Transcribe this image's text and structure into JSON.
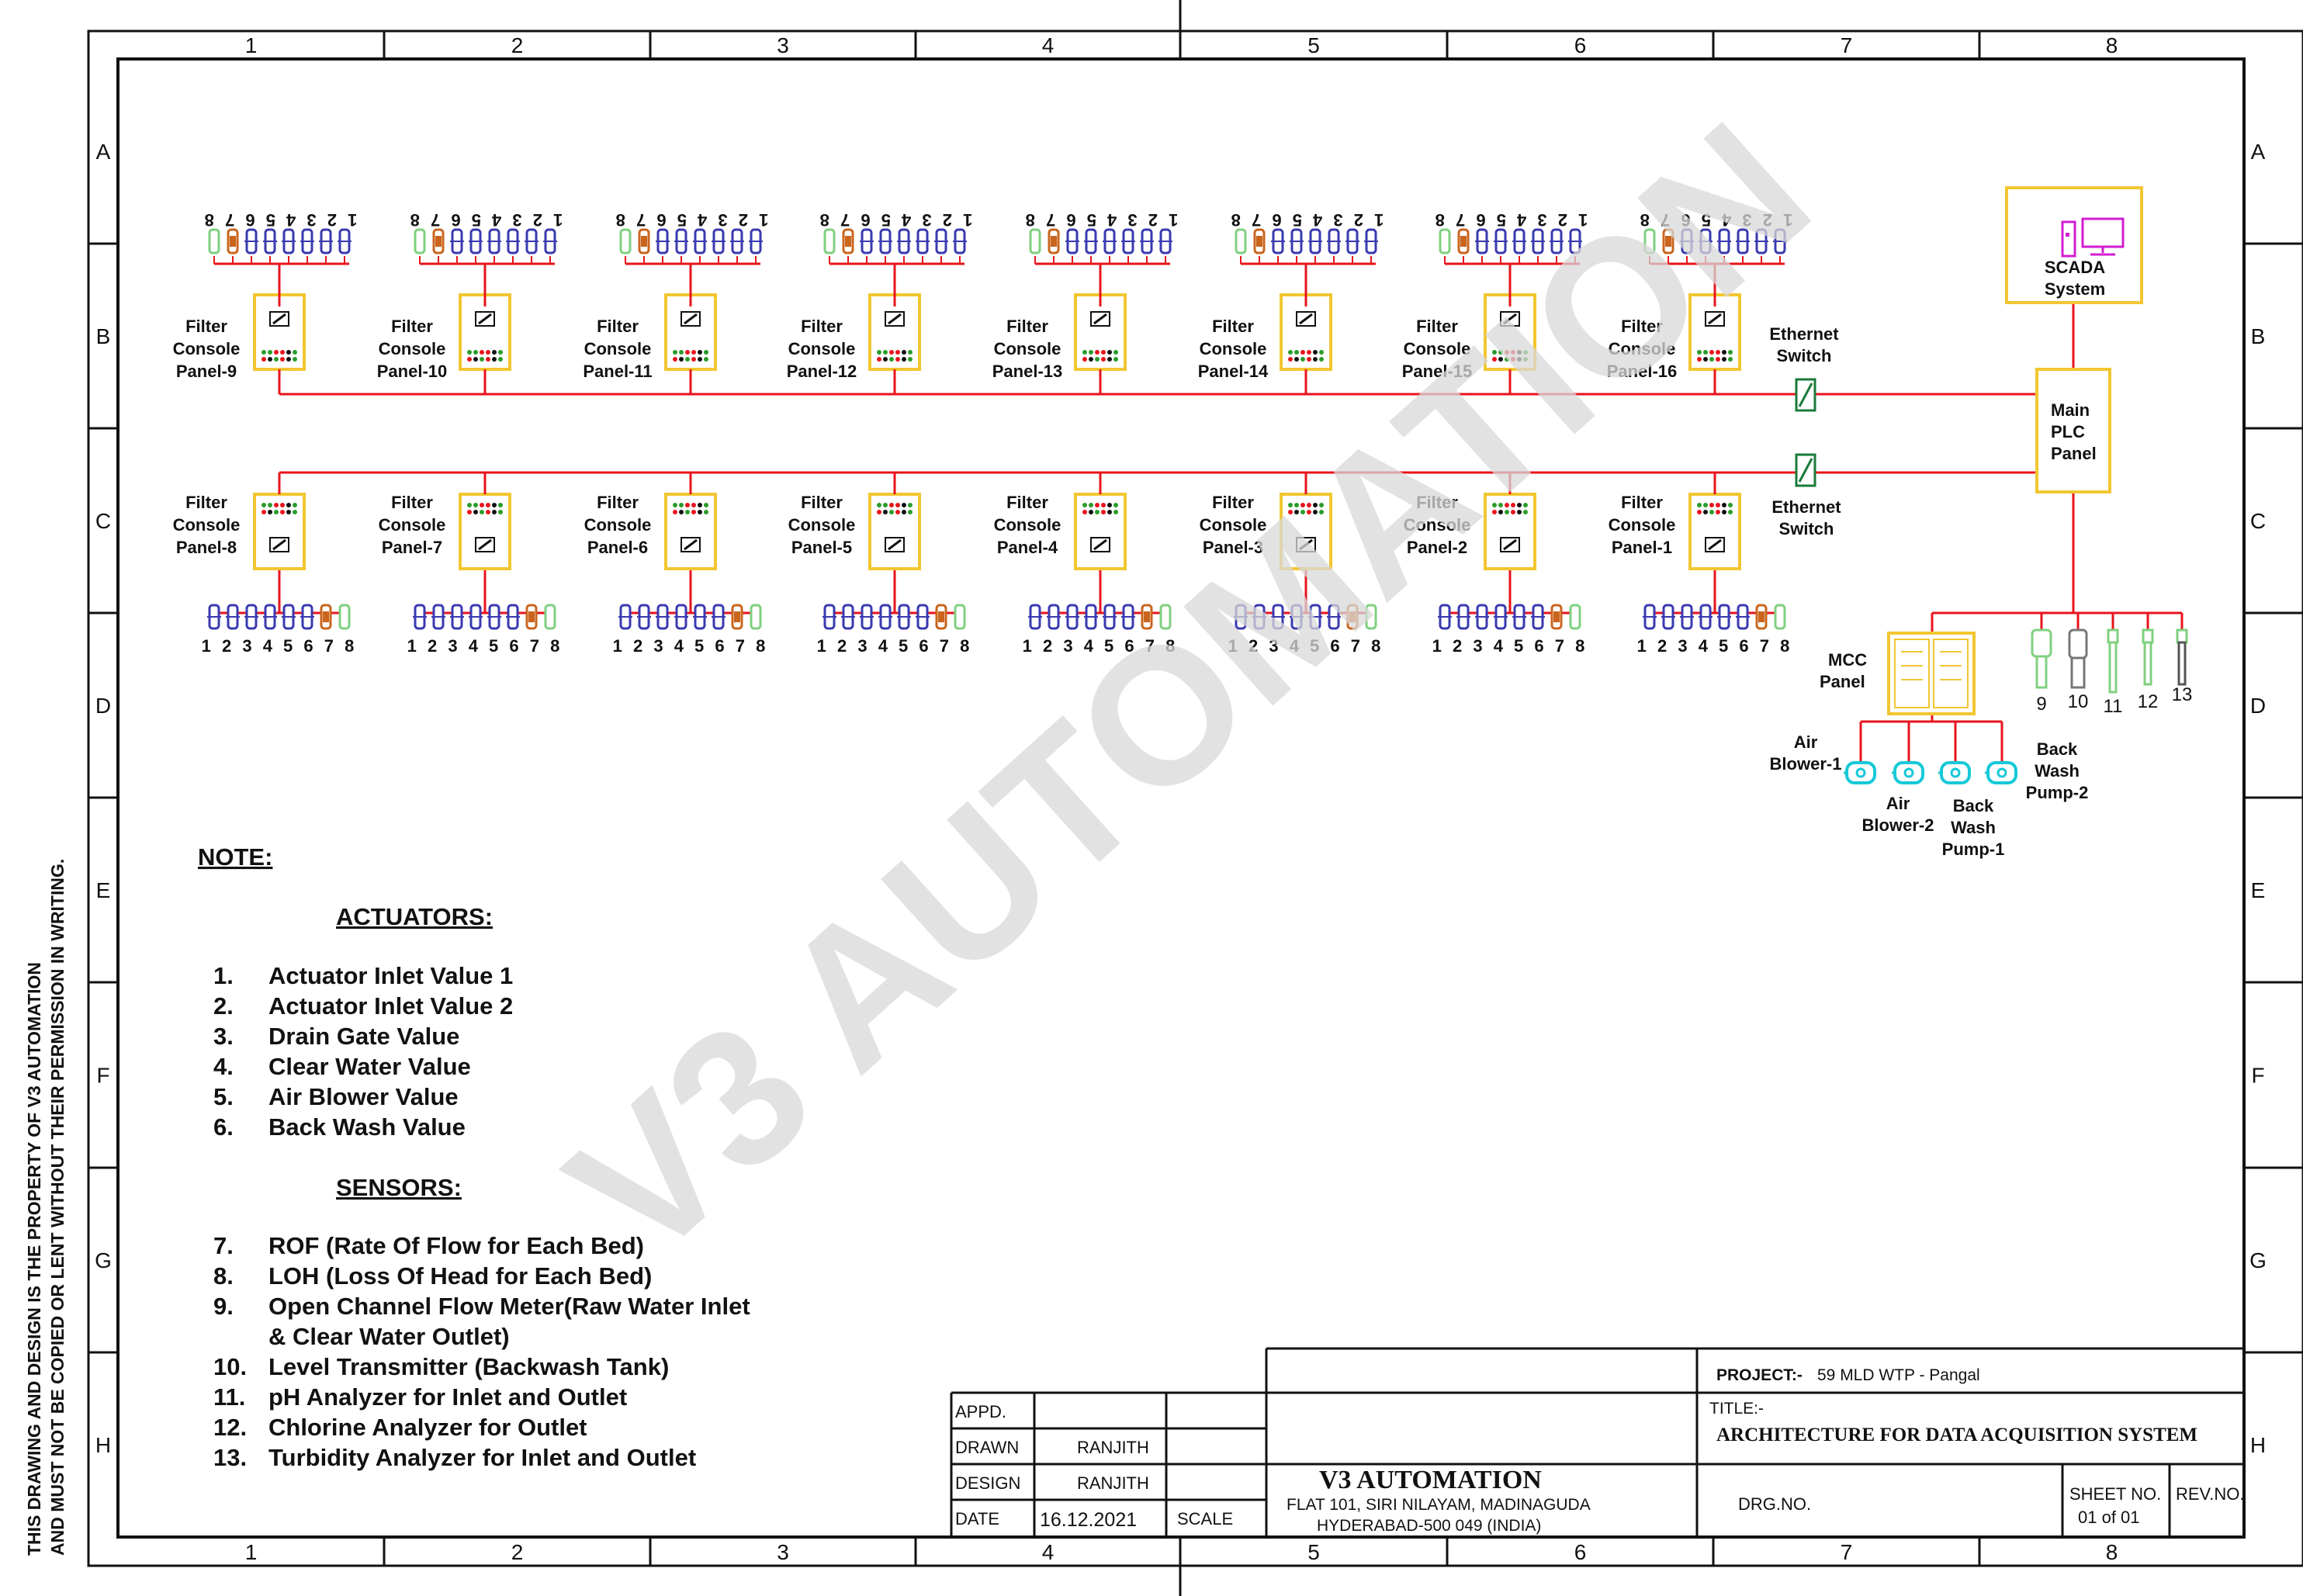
{
  "border": {
    "columns": [
      "1",
      "2",
      "3",
      "4",
      "5",
      "6",
      "7",
      "8"
    ],
    "rows": [
      "A",
      "B",
      "C",
      "D",
      "E",
      "F",
      "G",
      "H"
    ]
  },
  "watermark": "V3 AUTOMATION",
  "side_note": {
    "line1": "THIS DRAWING AND DESIGN IS THE PROPERTY OF V3 AUTOMATION",
    "line2": "AND MUST NOT BE COPIED OR LENT WITHOUT THEIR PERMISSION IN WRITING."
  },
  "top_panels": [
    {
      "line1": "Filter",
      "line2": "Console",
      "line3": "Panel-9"
    },
    {
      "line1": "Filter",
      "line2": "Console",
      "line3": "Panel-10"
    },
    {
      "line1": "Filter",
      "line2": "Console",
      "line3": "Panel-11"
    },
    {
      "line1": "Filter",
      "line2": "Console",
      "line3": "Panel-12"
    },
    {
      "line1": "Filter",
      "line2": "Console",
      "line3": "Panel-13"
    },
    {
      "line1": "Filter",
      "line2": "Console",
      "line3": "Panel-14"
    },
    {
      "line1": "Filter",
      "line2": "Console",
      "line3": "Panel-15"
    },
    {
      "line1": "Filter",
      "line2": "Console",
      "line3": "Panel-16"
    }
  ],
  "bottom_panels": [
    {
      "line1": "Filter",
      "line2": "Console",
      "line3": "Panel-8"
    },
    {
      "line1": "Filter",
      "line2": "Console",
      "line3": "Panel-7"
    },
    {
      "line1": "Filter",
      "line2": "Console",
      "line3": "Panel-6"
    },
    {
      "line1": "Filter",
      "line2": "Console",
      "line3": "Panel-5"
    },
    {
      "line1": "Filter",
      "line2": "Console",
      "line3": "Panel-4"
    },
    {
      "line1": "Filter",
      "line2": "Console",
      "line3": "Panel-3"
    },
    {
      "line1": "Filter",
      "line2": "Console",
      "line3": "Panel-2"
    },
    {
      "line1": "Filter",
      "line2": "Console",
      "line3": "Panel-1"
    }
  ],
  "top_device_numbers": "8 7 6 5 4 3 2 1",
  "bottom_device_numbers": "1 2 3 4 5 6 7 8",
  "ethernet_switch": {
    "line1": "Ethernet",
    "line2": "Switch"
  },
  "scada": {
    "line1": "SCADA",
    "line2": "System"
  },
  "main_plc": {
    "line1": "Main",
    "line2": "PLC",
    "line3": "Panel"
  },
  "mcc": {
    "line1": "MCC",
    "line2": "Panel"
  },
  "field_instruments": [
    "9",
    "10",
    "11",
    "12",
    "13"
  ],
  "motors": {
    "air_blower_1": {
      "line1": "Air",
      "line2": "Blower-1"
    },
    "air_blower_2": {
      "line1": "Air",
      "line2": "Blower-2"
    },
    "back_wash_pump_1": {
      "line1": "Back",
      "line2": "Wash",
      "line3": "Pump-1"
    },
    "back_wash_pump_2": {
      "line1": "Back",
      "line2": "Wash",
      "line3": "Pump-2"
    }
  },
  "notes": {
    "title": "NOTE:",
    "actuators_heading": "ACTUATORS:",
    "actuators": [
      {
        "num": "1.",
        "text": "Actuator Inlet Value 1"
      },
      {
        "num": "2.",
        "text": "Actuator Inlet Value 2"
      },
      {
        "num": "3.",
        "text": "Drain Gate Value"
      },
      {
        "num": "4.",
        "text": "Clear Water Value"
      },
      {
        "num": "5.",
        "text": "Air Blower Value"
      },
      {
        "num": "6.",
        "text": "Back Wash Value"
      }
    ],
    "sensors_heading": "SENSORS:",
    "sensors": [
      {
        "num": "7.",
        "text": "ROF (Rate Of Flow for Each Bed)"
      },
      {
        "num": "8.",
        "text": "LOH (Loss Of Head for Each Bed)"
      },
      {
        "num": "9.",
        "text": "Open Channel Flow Meter(Raw Water Inlet"
      },
      {
        "num": "",
        "text": "& Clear Water Outlet)"
      },
      {
        "num": "10.",
        "text": "Level Transmitter (Backwash Tank)"
      },
      {
        "num": "11.",
        "text": "pH Analyzer for Inlet and Outlet"
      },
      {
        "num": "12.",
        "text": "Chlorine Analyzer for Outlet"
      },
      {
        "num": "13.",
        "text": "Turbidity Analyzer for Inlet and Outlet"
      }
    ]
  },
  "title_block": {
    "appd_label": "APPD.",
    "drawn_label": "DRAWN",
    "drawn_value": "RANJITH",
    "design_label": "DESIGN",
    "design_value": "RANJITH",
    "date_label": "DATE",
    "date_value": "16.12.2021",
    "scale_label": "SCALE",
    "company": "V3 AUTOMATION",
    "address1": "FLAT 101, SIRI NILAYAM, MADINAGUDA",
    "address2": "HYDERABAD-500 049 (INDIA)",
    "project_label": "PROJECT:-",
    "project_value": "59 MLD WTP - Pangal",
    "title_label": "TITLE:-",
    "title_value": "ARCHITECTURE FOR DATA ACQUISITION SYSTEM",
    "drg_label": "DRG.NO.",
    "sheet_label": "SHEET NO.",
    "sheet_value": "01 of 01",
    "rev_label": "REV.NO."
  },
  "colors": {
    "wire": "#e8141c",
    "panel": "#f2c631",
    "actuator": "#3a3ab0",
    "rof": "#c9651d",
    "loh": "#7fd07f",
    "motor": "#16c9d8",
    "scada": "#d21ed2",
    "switch": "#1a7a3a"
  }
}
